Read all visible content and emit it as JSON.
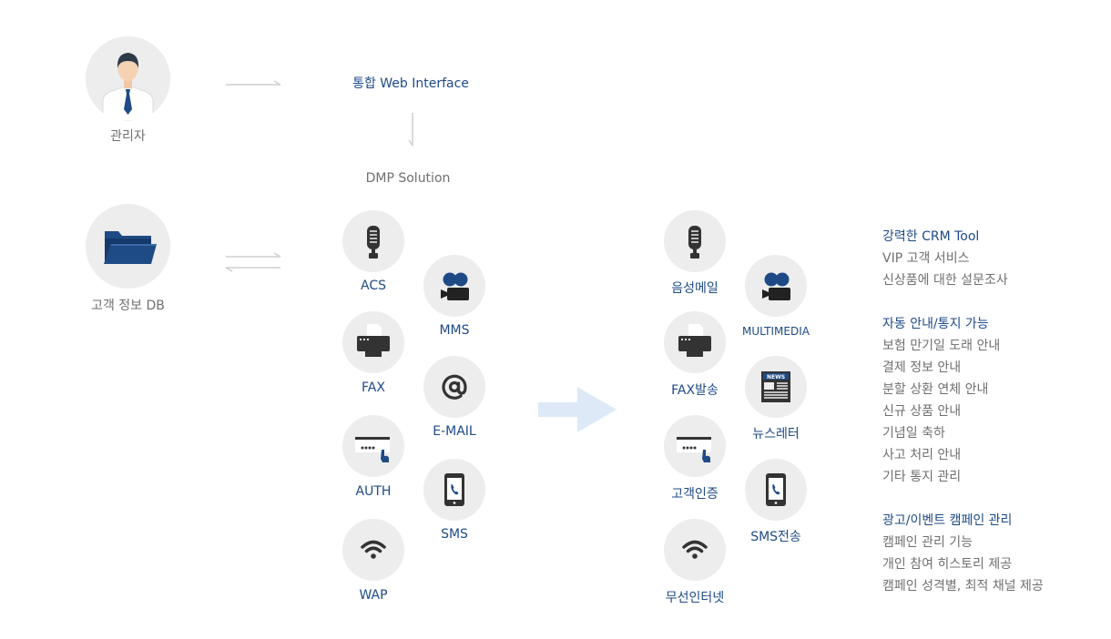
{
  "colors": {
    "brand": "#1e4a86",
    "circle": "#ededed",
    "icon": "#333333",
    "muted": "#6f6f6f",
    "arrow": "#dde9f6"
  },
  "admin": {
    "label": "관리자",
    "icon": "person-icon"
  },
  "customer_db": {
    "label": "고객 정보 DB",
    "icon": "folder-icon"
  },
  "web_interface": {
    "label": "통합 Web Interface"
  },
  "dmp": {
    "label": "DMP Solution"
  },
  "left_services": [
    {
      "id": "acs",
      "label": "ACS",
      "icon": "microphone-icon"
    },
    {
      "id": "mms",
      "label": "MMS",
      "icon": "video-camera-icon"
    },
    {
      "id": "fax",
      "label": "FAX",
      "icon": "fax-icon"
    },
    {
      "id": "email",
      "label": "E-MAIL",
      "icon": "at-icon"
    },
    {
      "id": "auth",
      "label": "AUTH",
      "icon": "password-icon"
    },
    {
      "id": "sms",
      "label": "SMS",
      "icon": "mobile-phone-icon"
    },
    {
      "id": "wap",
      "label": "WAP",
      "icon": "wifi-icon"
    }
  ],
  "right_services": [
    {
      "id": "voicemail",
      "label": "음성메일",
      "icon": "microphone-icon"
    },
    {
      "id": "multimedia",
      "label": "MULTIMEDIA",
      "icon": "video-camera-icon"
    },
    {
      "id": "fax-send",
      "label": "FAX발송",
      "icon": "fax-icon"
    },
    {
      "id": "newsletter",
      "label": "뉴스레터",
      "icon": "newspaper-icon",
      "badge": "NEWS"
    },
    {
      "id": "customer-auth",
      "label": "고객인증",
      "icon": "password-icon"
    },
    {
      "id": "sms-send",
      "label": "SMS전송",
      "icon": "mobile-phone-icon"
    },
    {
      "id": "wireless-internet",
      "label": "무선인터넷",
      "icon": "wifi-icon"
    }
  ],
  "features": [
    {
      "title": "강력한 CRM Tool",
      "items": [
        "VIP 고객 서비스",
        "신상품에 대한 설문조사"
      ]
    },
    {
      "title": "자동 안내/통지 가능",
      "items": [
        "보험 만기일 도래 안내",
        "결제 정보 안내",
        "분할 상환 연체 안내",
        "신규 상품 안내",
        "기념일 축하",
        "사고 처리 안내",
        "기타 통지 관리"
      ]
    },
    {
      "title": "광고/이벤트 캠페인 관리",
      "items": [
        "캠페인 관리 기능",
        "개인 참여 히스토리 제공",
        "캠페인 성격별, 최적 채널 제공"
      ]
    }
  ]
}
